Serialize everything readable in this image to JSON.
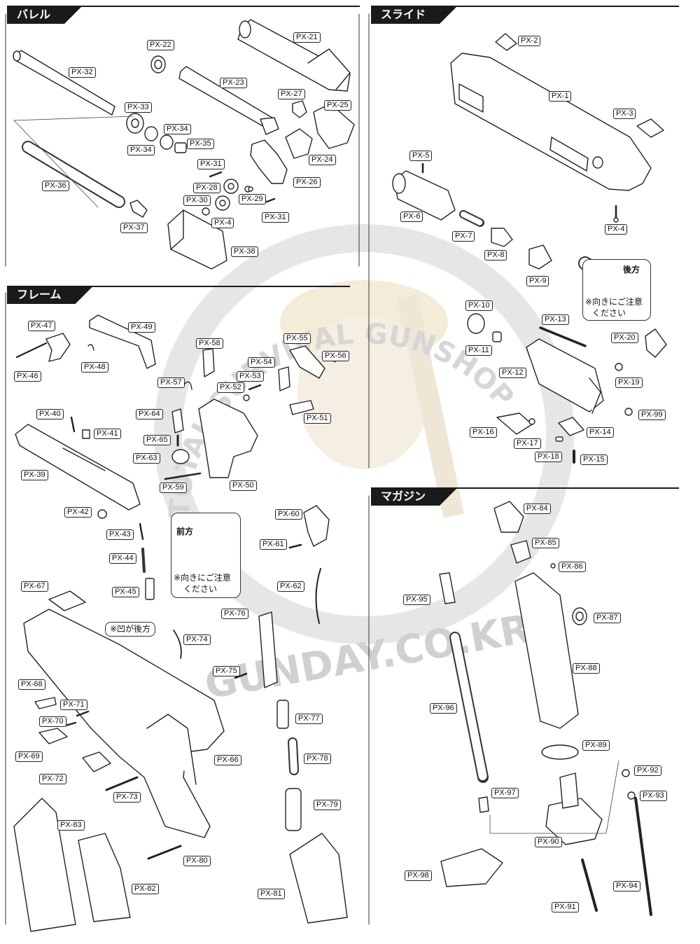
{
  "sections": {
    "barrel": "バレル",
    "slide": "スライド",
    "frame": "フレーム",
    "magazine": "マガジン"
  },
  "notes": {
    "rear_label": "後方",
    "front_label": "前方",
    "direction_note_line1": "※向きにご注意",
    "direction_note_line2": "ください",
    "recess_rear_note": "※凹が後方"
  },
  "watermark": {
    "arc_text": "TOTAL SURVIVAL GUNSHOP",
    "brand_text": "GUNDAY.CO.KR"
  },
  "labels": {
    "PX1": "PX-1",
    "PX2": "PX-2",
    "PX3": "PX-3",
    "PX4a": "PX-4",
    "PX4b": "PX-4",
    "PX5": "PX-5",
    "PX6": "PX-6",
    "PX7": "PX-7",
    "PX8": "PX-8",
    "PX9": "PX-9",
    "PX10": "PX-10",
    "PX11": "PX-11",
    "PX12": "PX-12",
    "PX13": "PX-13",
    "PX14": "PX-14",
    "PX15": "PX-15",
    "PX16": "PX-16",
    "PX17": "PX-17",
    "PX18": "PX-18",
    "PX19": "PX-19",
    "PX20": "PX-20",
    "PX21": "PX-21",
    "PX22": "PX-22",
    "PX23": "PX-23",
    "PX24": "PX-24",
    "PX25": "PX-25",
    "PX26": "PX-26",
    "PX27": "PX-27",
    "PX28": "PX-28",
    "PX29": "PX-29",
    "PX30": "PX-30",
    "PX31a": "PX-31",
    "PX31b": "PX-31",
    "PX32": "PX-32",
    "PX33": "PX-33",
    "PX34a": "PX-34",
    "PX34b": "PX-34",
    "PX35": "PX-35",
    "PX36": "PX-36",
    "PX37": "PX-37",
    "PX38": "PX-38",
    "PX39": "PX-39",
    "PX40": "PX-40",
    "PX41": "PX-41",
    "PX42": "PX-42",
    "PX43": "PX-43",
    "PX44": "PX-44",
    "PX45": "PX-45",
    "PX46": "PX-46",
    "PX47": "PX-47",
    "PX48": "PX-48",
    "PX49": "PX-49",
    "PX50": "PX-50",
    "PX51": "PX-51",
    "PX52": "PX-52",
    "PX53": "PX-53",
    "PX54": "PX-54",
    "PX55": "PX-55",
    "PX56": "PX-56",
    "PX57": "PX-57",
    "PX58": "PX-58",
    "PX59": "PX-59",
    "PX60": "PX-60",
    "PX61": "PX-61",
    "PX62": "PX-62",
    "PX63": "PX-63",
    "PX64": "PX-64",
    "PX65": "PX-65",
    "PX66": "PX-66",
    "PX67": "PX-67",
    "PX68": "PX-68",
    "PX69": "PX-69",
    "PX70": "PX-70",
    "PX71": "PX-71",
    "PX72": "PX-72",
    "PX73": "PX-73",
    "PX74": "PX-74",
    "PX75": "PX-75",
    "PX76": "PX-76",
    "PX77": "PX-77",
    "PX78": "PX-78",
    "PX79": "PX-79",
    "PX80": "PX-80",
    "PX81": "PX-81",
    "PX82": "PX-82",
    "PX83": "PX-83",
    "PX84": "PX-84",
    "PX85": "PX-85",
    "PX86": "PX-86",
    "PX87": "PX-87",
    "PX88": "PX-88",
    "PX89": "PX-89",
    "PX90": "PX-90",
    "PX91": "PX-91",
    "PX92": "PX-92",
    "PX93": "PX-93",
    "PX94": "PX-94",
    "PX95": "PX-95",
    "PX96": "PX-96",
    "PX97": "PX-97",
    "PX98": "PX-98",
    "PX99": "PX-99"
  }
}
